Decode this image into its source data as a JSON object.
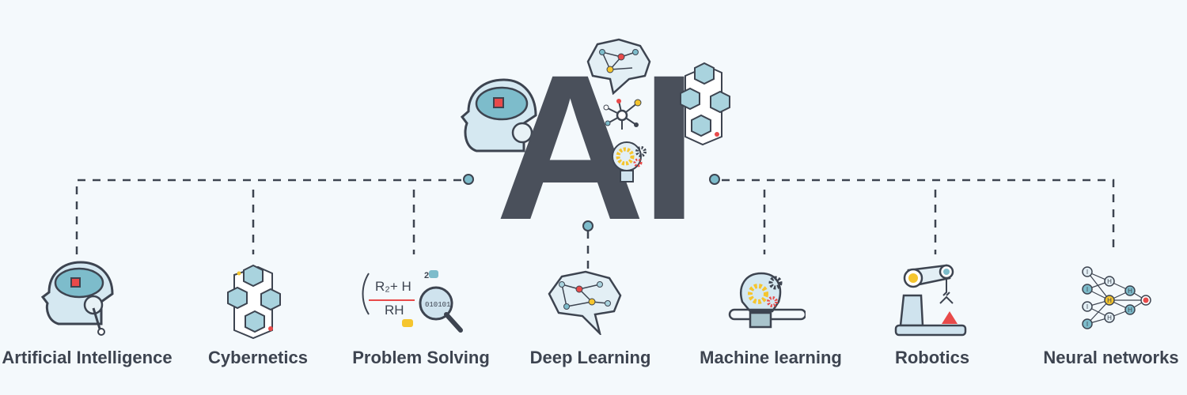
{
  "title": {
    "text": "AI"
  },
  "colors": {
    "background": "#f4f9fc",
    "dark": "#3d4450",
    "accent_teal": "#7dbccb",
    "light_blue": "#cfe3ee",
    "red": "#e84a4a",
    "yellow": "#f5c52e"
  },
  "topics": [
    {
      "label": "Artificial Intelligence",
      "icon": "robot-head-icon"
    },
    {
      "label": "Cybernetics",
      "icon": "cubes-network-icon"
    },
    {
      "label": "Problem Solving",
      "icon": "formula-magnifier-icon"
    },
    {
      "label": "Deep Learning",
      "icon": "polygon-brain-icon"
    },
    {
      "label": "Machine learning",
      "icon": "lightbulb-gears-icon"
    },
    {
      "label": "Robotics",
      "icon": "robot-arm-icon"
    },
    {
      "label": "Neural networks",
      "icon": "neural-network-icon"
    }
  ],
  "formula": {
    "numerator": "R₂+ H",
    "denominator": "RH",
    "exponent": "2",
    "binary": "010101"
  },
  "neural_nodes": {
    "input": "I",
    "hidden": "H"
  }
}
